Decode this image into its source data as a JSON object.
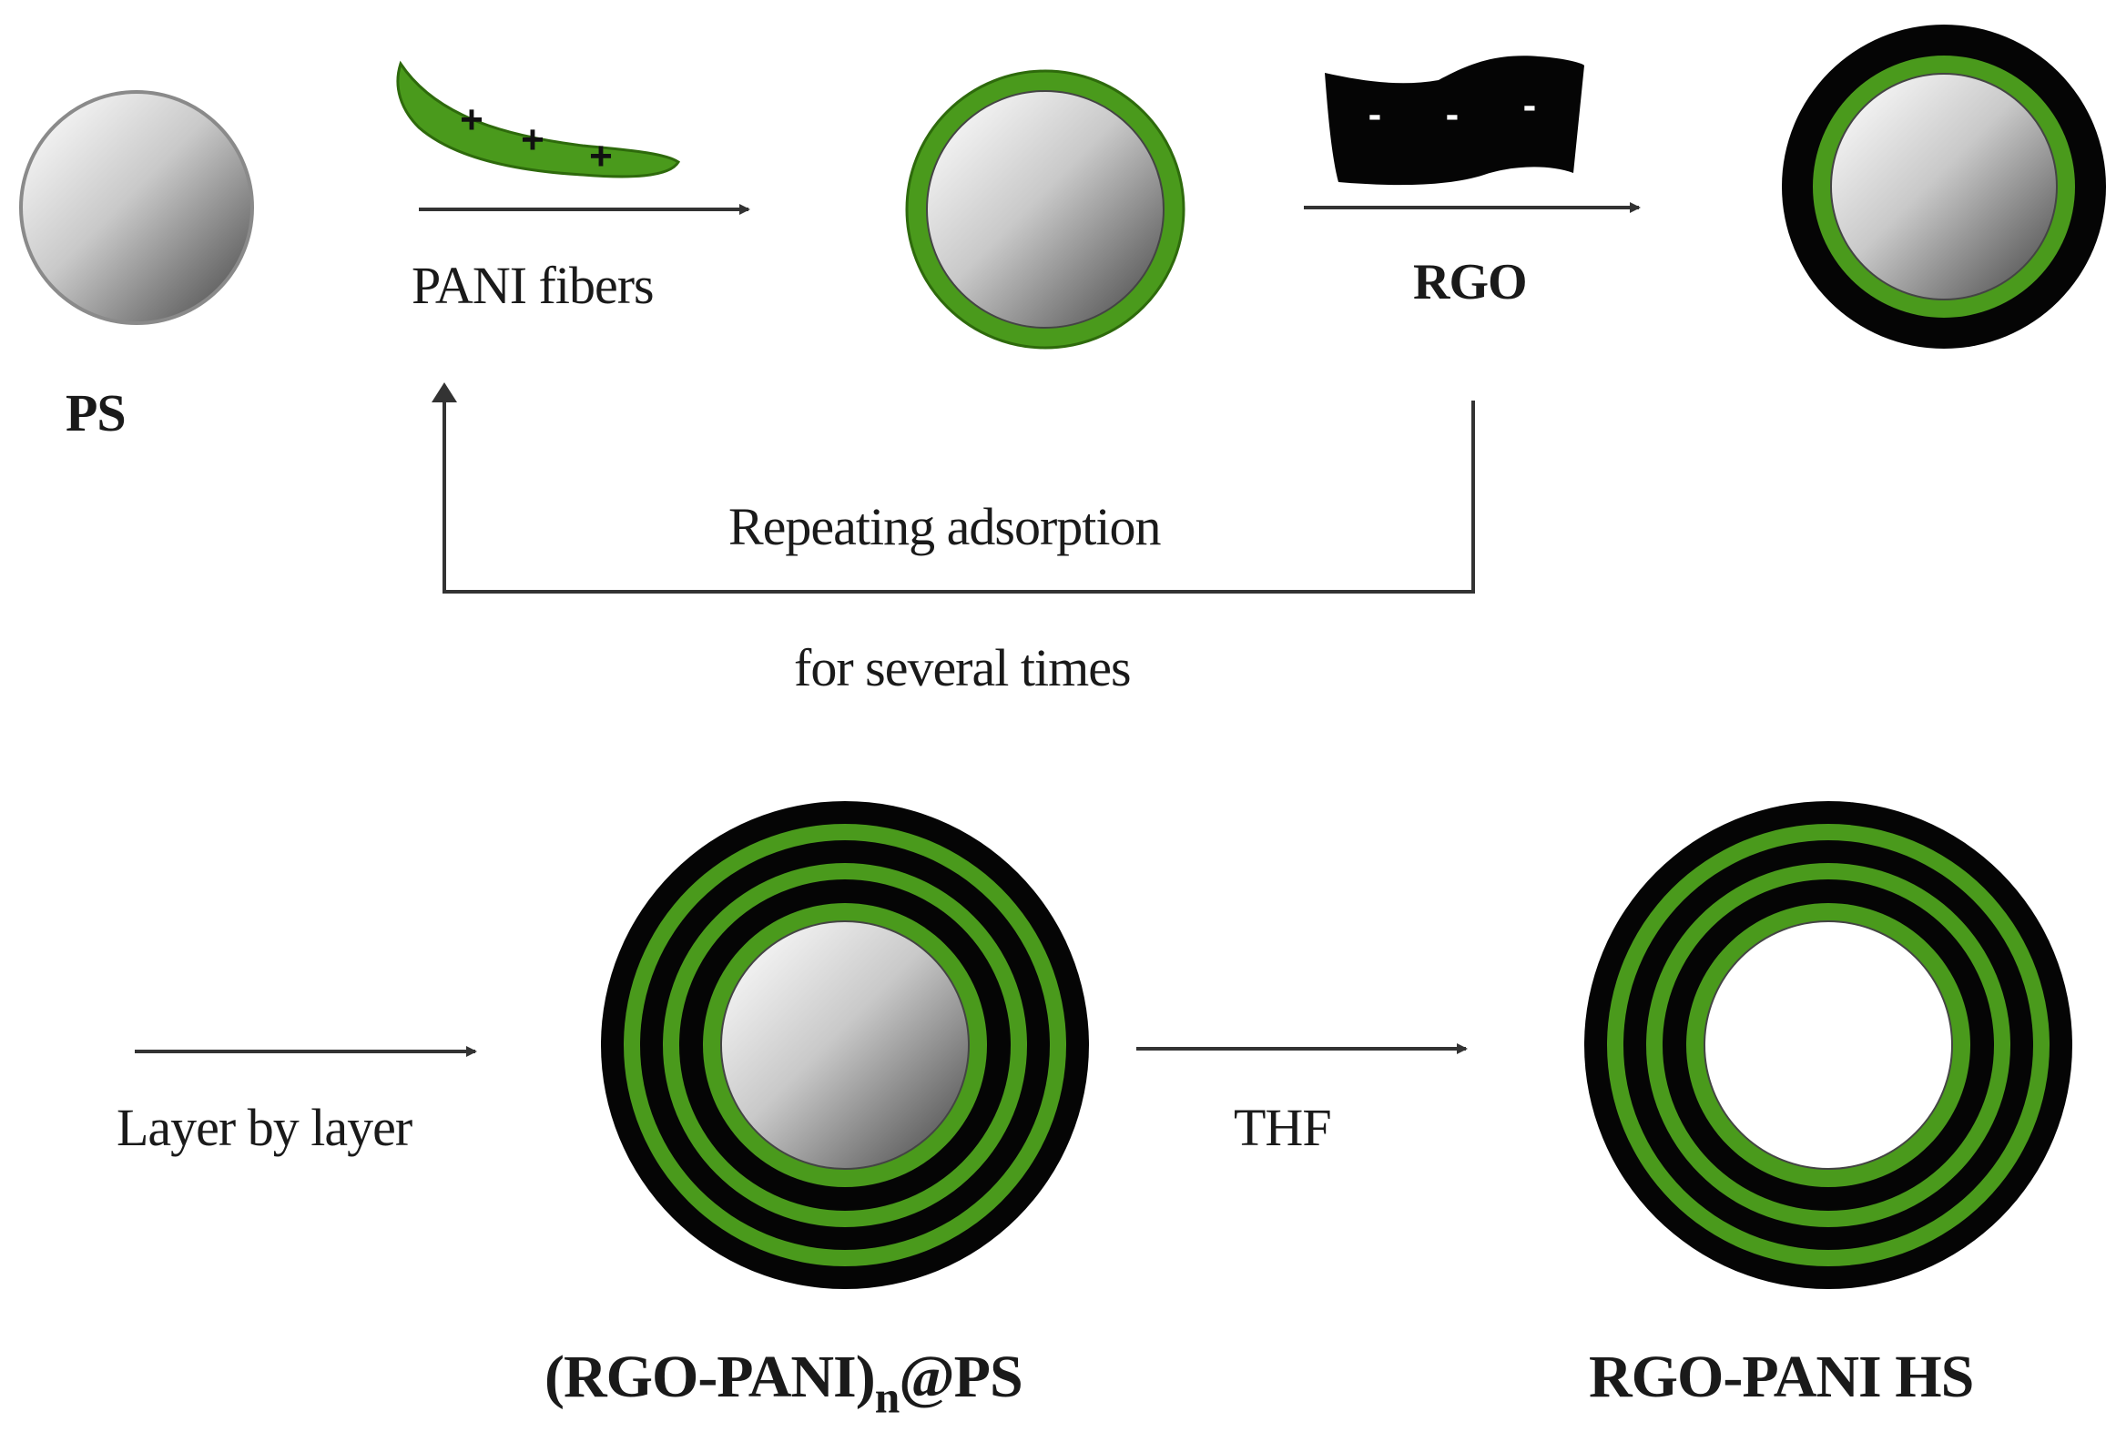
{
  "colors": {
    "green": "#4a9a1c",
    "black": "#050505",
    "core_light": "#f6f6f6",
    "core_dark": "#5c5c5c",
    "arrow": "#333333",
    "text": "#1a1a1a"
  },
  "labels": {
    "ps": "PS",
    "pani_fibers": "PANI fibers",
    "rgo": "RGO",
    "repeating_line1": "Repeating adsorption",
    "repeating_line2": "for several times",
    "layer_by_layer": "Layer by layer",
    "product_main": "(RGO-PANI)",
    "product_sub": "n",
    "product_suffix": "@PS",
    "thf": "THF",
    "hollow_sphere": "RGO-PANI HS"
  },
  "charges": {
    "pani_sign": "+",
    "rgo_sign": "-"
  },
  "icons": {
    "ps_sphere": "ps-core-sphere-icon",
    "pani_fiber": "pani-fiber-icon",
    "rgo_sheet": "rgo-sheet-icon",
    "coated_sphere": "pani-coated-sphere-icon",
    "bilayer_sphere": "rgo-pani-bilayer-sphere-icon",
    "multilayer_sphere": "multilayer-core-shell-sphere-icon",
    "hollow_sphere": "hollow-multilayer-sphere-icon"
  }
}
